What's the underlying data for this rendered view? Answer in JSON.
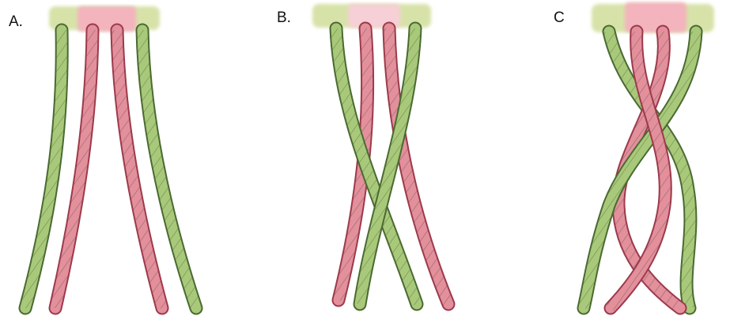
{
  "panels": [
    {
      "label": "A.",
      "stage": "strands-parallel"
    },
    {
      "label": "B.",
      "stage": "outer-strands-crossed"
    },
    {
      "label": "C",
      "stage": "strands-braided"
    }
  ],
  "colors": {
    "green_strand": "#a9c97a",
    "green_outline": "#4a6a32",
    "pink_strand": "#e3909c",
    "pink_outline": "#9c3a4c",
    "green_knot": "#d7e2a9",
    "pink_knot": "#f3b4bd"
  }
}
